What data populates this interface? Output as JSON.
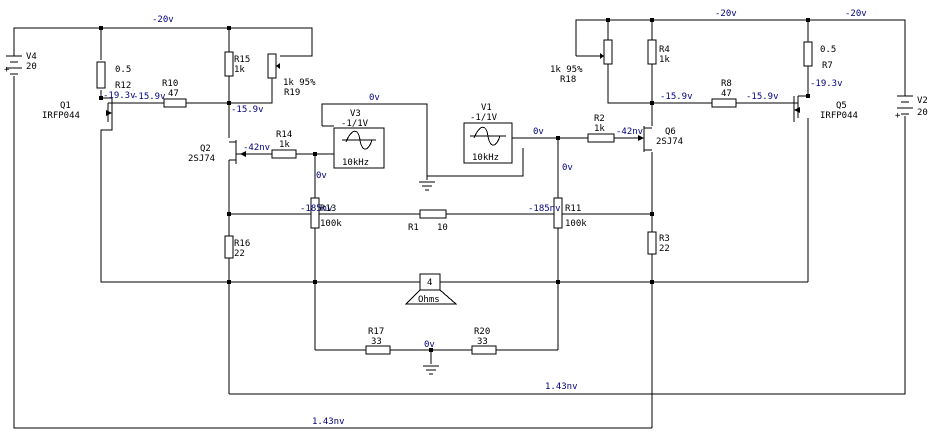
{
  "colors": {
    "wire": "#000000",
    "net_label": "#000080",
    "background": "#ffffff"
  },
  "net_labels": {
    "top_left_rail": "-20v",
    "top_mid_rail": "-20v",
    "top_right_rail": "-20v",
    "q1_source": "-19.3v",
    "q1_gate": "-15.9v",
    "q2_drain": "-15.9v",
    "q2_gate": "-42nv",
    "v3_node": "0v",
    "r13_top": "0v",
    "v1_out": "0v",
    "q6_gate": "-42nv",
    "r11_top": "0v",
    "q6_drain": "-15.9v",
    "q5_gate": "-15.9v",
    "q5_source": "-19.3v",
    "mid_left": "-185nv",
    "mid_right": "-185nv",
    "gnd_bottom": "0v",
    "v4_return": "1.43nv",
    "v2_return": "1.43nv"
  },
  "components": {
    "v4": {
      "name": "V4",
      "value": "20"
    },
    "v2": {
      "name": "V2",
      "value": "20"
    },
    "r12": {
      "name": "R12",
      "value": "0.5"
    },
    "r7": {
      "name": "R7",
      "value": "0.5"
    },
    "r10": {
      "name": "R10",
      "value": "47"
    },
    "r8": {
      "name": "R8",
      "value": "47"
    },
    "r15": {
      "name": "R15",
      "value": "1k"
    },
    "r4": {
      "name": "R4",
      "value": "1k"
    },
    "r19": {
      "name": "R19",
      "value": "1k 95%"
    },
    "r18": {
      "name": "R18",
      "value": "1k 95%"
    },
    "q1": {
      "name": "Q1",
      "value": "IRFP044"
    },
    "q5": {
      "name": "Q5",
      "value": "IRFP044"
    },
    "q2": {
      "name": "Q2",
      "value": "2SJ74"
    },
    "q6": {
      "name": "Q6",
      "value": "2SJ74"
    },
    "r14": {
      "name": "R14",
      "value": "1k"
    },
    "r2": {
      "name": "R2",
      "value": "1k"
    },
    "v3": {
      "name": "V3",
      "value": "-1/1V",
      "freq": "10kHz"
    },
    "v1": {
      "name": "V1",
      "value": "-1/1V",
      "freq": "10kHz"
    },
    "r13": {
      "name": "R13",
      "value": "100k"
    },
    "r11": {
      "name": "R11",
      "value": "100k"
    },
    "r1": {
      "name": "R1",
      "value": "10"
    },
    "r16": {
      "name": "R16",
      "value": "22"
    },
    "r3": {
      "name": "R3",
      "value": "22"
    },
    "speaker": {
      "number": "4",
      "value": "Ohms"
    },
    "r17": {
      "name": "R17",
      "value": "33"
    },
    "r20": {
      "name": "R20",
      "value": "33"
    }
  }
}
